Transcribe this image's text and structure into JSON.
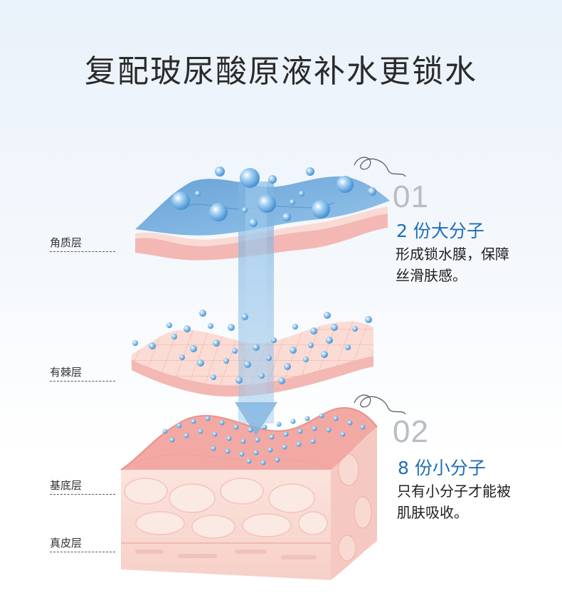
{
  "title": "复配玻尿酸原液补水更锁水",
  "layers": {
    "stratum_corneum": "角质层",
    "spinous": "有棘层",
    "basal": "基底层",
    "dermis": "真皮层"
  },
  "steps": [
    {
      "number": "01",
      "heading": "2 份大分子",
      "description": "形成锁水膜，保障\n丝滑肤感。"
    },
    {
      "number": "02",
      "heading": "8 份小分子",
      "description": "只有小分子才能被\n肌肤吸收。"
    }
  ],
  "colors": {
    "accent_blue": "#1f6eb7",
    "water_blue": "#6ea8d8",
    "skin_pink": "#f3b8b4",
    "skin_light": "#f9ddd7",
    "number_gray": "#b9bcc2"
  }
}
